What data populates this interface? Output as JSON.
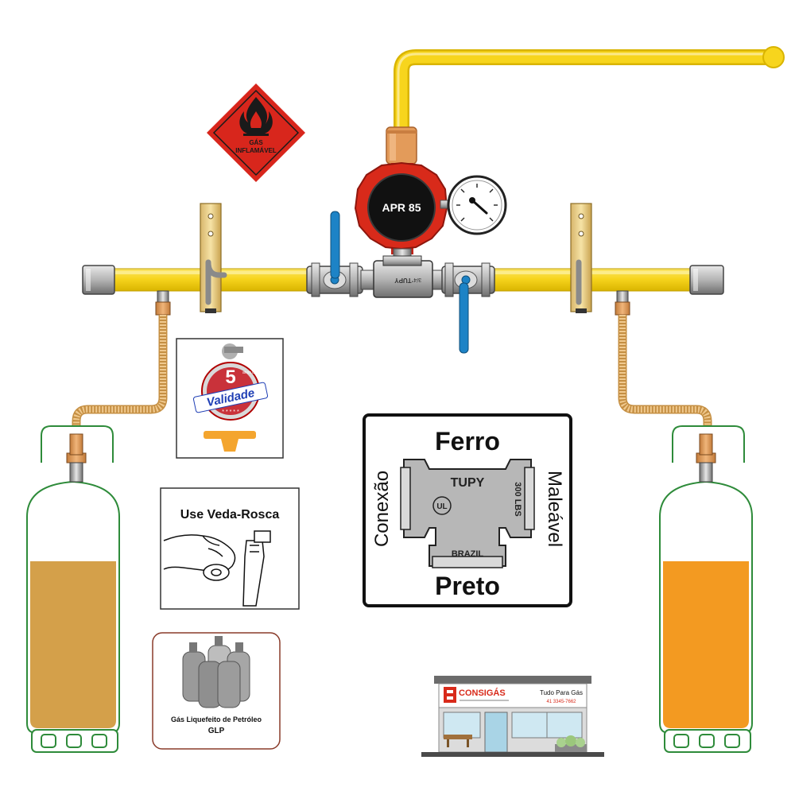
{
  "hazard_sign": {
    "line1": "GÁS",
    "line2": "INFLAMÁVEL"
  },
  "regulator": {
    "label": "APR 85"
  },
  "validity_card": {
    "number": "5",
    "small": "anos de",
    "word": "Validade",
    "stars": "* * * * *"
  },
  "sealant_card": {
    "title": "Use Veda-Rosca"
  },
  "glp_card": {
    "line1": "Gás Liquefeito de Petróleo",
    "line2": "GLP"
  },
  "fitting_card": {
    "top": "Ferro",
    "bottom": "Preto",
    "left": "Conexão",
    "right": "Maleável",
    "brand": "TUPY",
    "rating": "300 LBS",
    "origin": "BRAZIL",
    "mark": "UL"
  },
  "store": {
    "name": "CONSIGÁS",
    "tagline": "Tudo Para Gás",
    "phone": "41 3345-7662"
  },
  "tee_fitting": {
    "brand": "TUPY",
    "size": "3/4\""
  },
  "colors": {
    "pipe_yellow": "#f7d51d",
    "regulator_red": "#d82a1a",
    "valve_blue": "#1d83c6",
    "hazard_red": "#d8261c",
    "cylinder_green": "#2e8b3a",
    "left_fill": "#d4a04a",
    "right_fill": "#f39a21",
    "brass": "#e0a76a"
  }
}
